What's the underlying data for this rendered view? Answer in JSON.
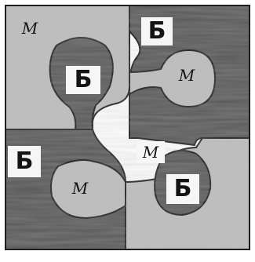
{
  "puzzle": {
    "colors": {
      "frame": "#ffffff",
      "light_piece": "#bebebe",
      "dark_piece": "#575757",
      "seam": "#1e1e1e",
      "label_bg": "#f6f6f6",
      "label_text": "#141414"
    },
    "labels": {
      "top_left": "М",
      "top_left_knob": "Б",
      "top_right": "Б",
      "top_right_socket": "М",
      "center_small": "М",
      "bottom_left": "Б",
      "bottom_left_socket": "М",
      "bottom_right_knob": "Б"
    }
  }
}
